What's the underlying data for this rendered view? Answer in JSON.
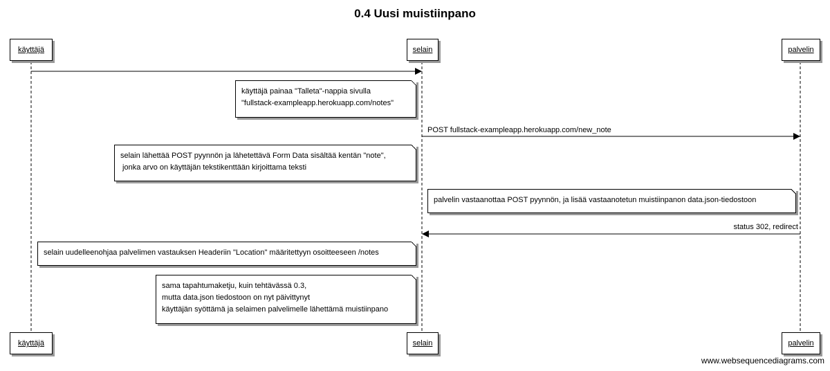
{
  "title": "0.4 Uusi muistiinpano",
  "participants": {
    "user": "käyttäjä",
    "browser": "selain",
    "server": "palvelin"
  },
  "notes": {
    "n1": "käyttäjä painaa \"Talleta\"-nappia sivulla\n\"fullstack-exampleapp.herokuapp.com/notes\"",
    "n2": "selain lähettää POST pyynnön ja lähetettävä Form Data sisältää kentän \"note\",\n jonka arvo on käyttäjän tekstikenttään kirjoittama teksti",
    "n3": "palvelin vastaanottaa POST pyynnön, ja lisää vastaanotetun muistiinpanon data.json-tiedostoon",
    "n4": "selain uudelleenohjaa palvelimen vastauksen Headeriin \"Location\" määritettyyn osoitteeseen /notes",
    "n5": "sama tapahtumaketju, kuin tehtävässä 0.3,\nmutta data.json tiedostoon on nyt päivittynyt\nkäyttäjän syöttämä ja selaimen palvelimelle lähettämä muistiinpano"
  },
  "messages": {
    "m2": "POST fullstack-exampleapp.herokuapp.com/new_note",
    "m3": "status 302, redirect"
  },
  "watermark": "www.websequencediagrams.com"
}
